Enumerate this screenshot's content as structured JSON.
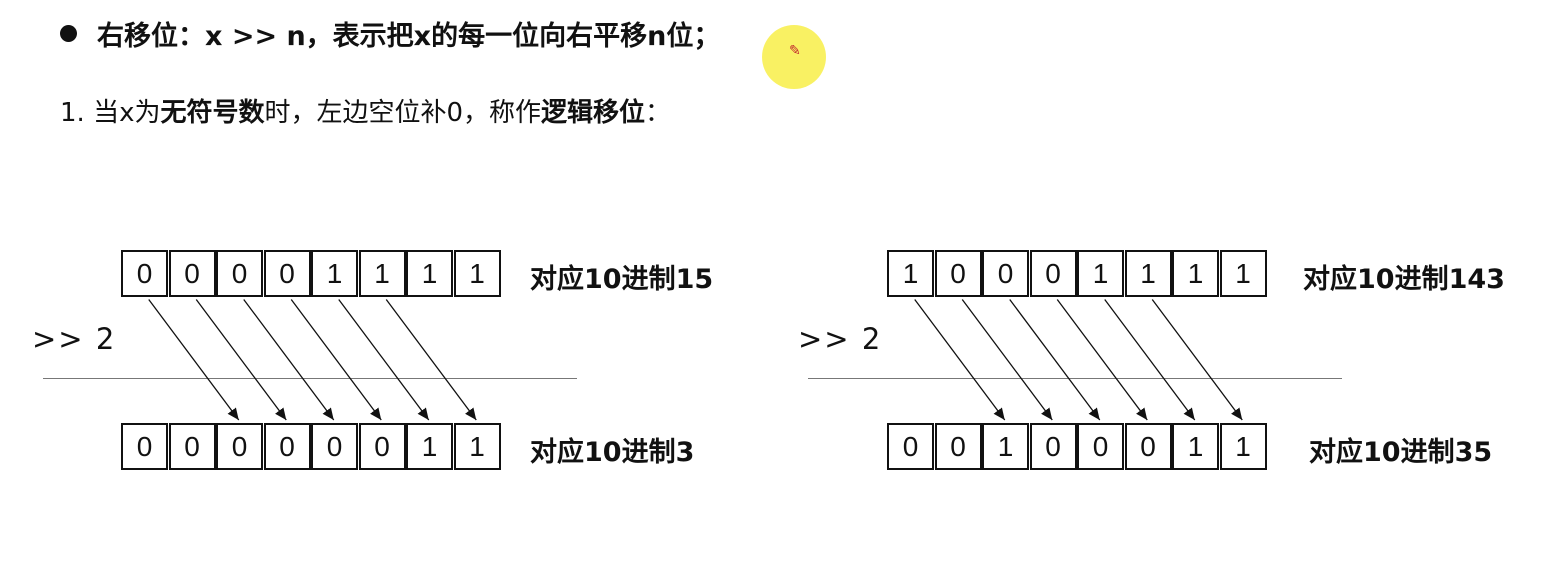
{
  "heading": {
    "text": "右移位：x >> n，表示把x的每一位向右平移n位；"
  },
  "item1": {
    "number": "1. ",
    "prefix": "当x为",
    "bold1": "无符号数",
    "middle": "时，左边空位补0，称作",
    "bold2": "逻辑移位",
    "suffix": "："
  },
  "examples": [
    {
      "shift_label": ">> 2",
      "top_bits": [
        "0",
        "0",
        "0",
        "0",
        "1",
        "1",
        "1",
        "1"
      ],
      "top_label": "对应10进制15",
      "bottom_bits": [
        "0",
        "0",
        "0",
        "0",
        "0",
        "0",
        "1",
        "1"
      ],
      "bottom_label": "对应10进制3",
      "arrow_count": 6,
      "shift_amount": 2
    },
    {
      "shift_label": ">> 2",
      "top_bits": [
        "1",
        "0",
        "0",
        "0",
        "1",
        "1",
        "1",
        "1"
      ],
      "top_label": "对应10进制143",
      "bottom_bits": [
        "0",
        "0",
        "1",
        "0",
        "0",
        "0",
        "1",
        "1"
      ],
      "bottom_label": "对应10进制35",
      "arrow_count": 6,
      "shift_amount": 2
    }
  ],
  "cursor": {
    "icon": "pen-cursor-icon",
    "highlight_color": "#f8ef52"
  }
}
